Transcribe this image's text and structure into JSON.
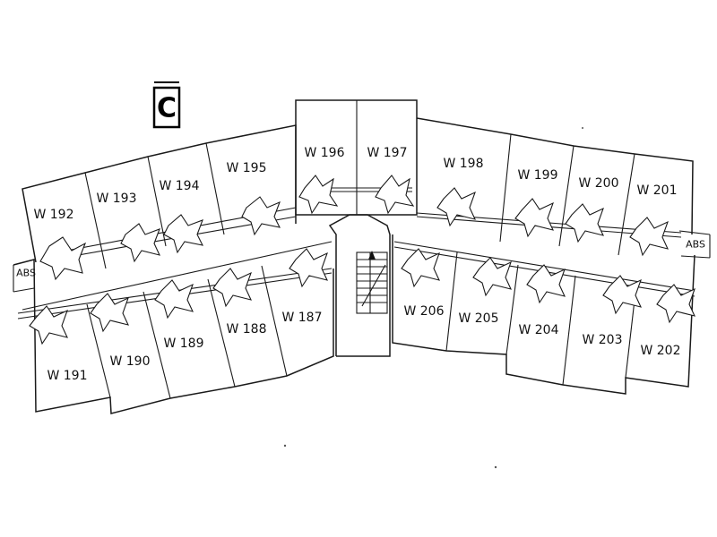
{
  "block_marker": "C",
  "rooms": [
    {
      "id": "r192",
      "label": "W 192"
    },
    {
      "id": "r193",
      "label": "W 193"
    },
    {
      "id": "r194",
      "label": "W 194"
    },
    {
      "id": "r195",
      "label": "W 195"
    },
    {
      "id": "r196",
      "label": "W 196"
    },
    {
      "id": "r197",
      "label": "W 197"
    },
    {
      "id": "r198",
      "label": "W 198"
    },
    {
      "id": "r199",
      "label": "W 199"
    },
    {
      "id": "r200",
      "label": "W 200"
    },
    {
      "id": "r201",
      "label": "W 201"
    },
    {
      "id": "r191",
      "label": "W 191"
    },
    {
      "id": "r190",
      "label": "W 190"
    },
    {
      "id": "r189",
      "label": "W 189"
    },
    {
      "id": "r188",
      "label": "W 188"
    },
    {
      "id": "r187",
      "label": "W 187"
    },
    {
      "id": "r206",
      "label": "W 206"
    },
    {
      "id": "r205",
      "label": "W 205"
    },
    {
      "id": "r204",
      "label": "W 204"
    },
    {
      "id": "r203",
      "label": "W 203"
    },
    {
      "id": "r202",
      "label": "W 202"
    }
  ],
  "abs_left": "ABS",
  "abs_right": "ABS"
}
